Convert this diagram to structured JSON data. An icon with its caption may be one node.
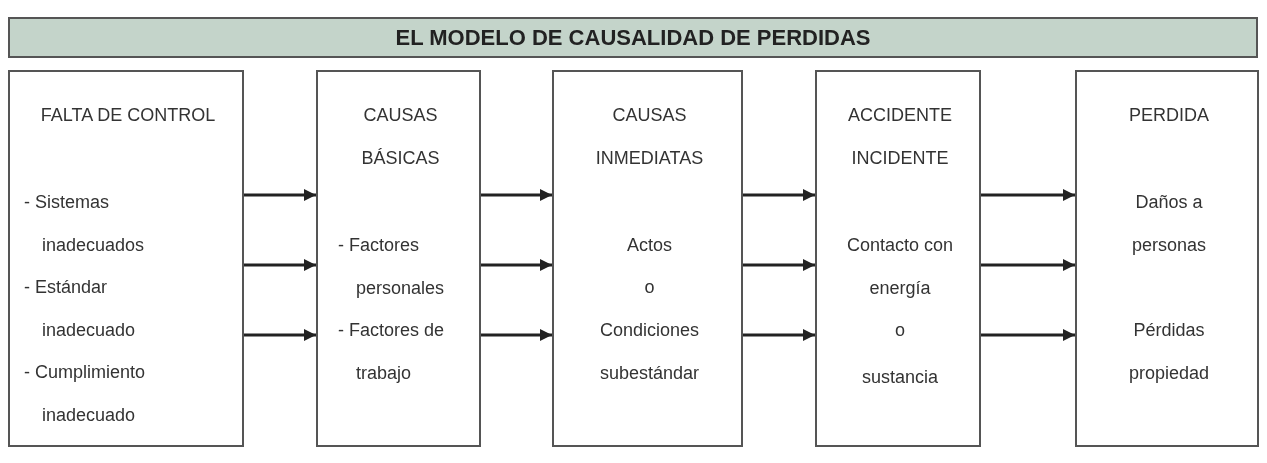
{
  "diagram": {
    "title": "EL MODELO DE CAUSALIDAD DE PERDIDAS",
    "nodes": [
      {
        "text": [
          "FALTA DE CONTROL",
          "- Sistemas inadecuados",
          "- Estándar inadecuado",
          "- Cumplimiento inadecuado"
        ]
      },
      {
        "text": [
          "CAUSAS BÁSICAS",
          "- Factores personales",
          "- Factores de trabajo"
        ]
      },
      {
        "text": [
          "CAUSAS INMEDIATAS",
          "Actos",
          "o",
          "Condiciones subestándar"
        ]
      },
      {
        "text": [
          "ACCIDENTE INCIDENTE",
          "Contacto con energía",
          "o",
          "sustancia"
        ]
      },
      {
        "text": [
          "PERDIDA",
          "Daños a personas",
          "Pérdidas propiedad"
        ]
      }
    ],
    "edges": [
      {
        "from": 0,
        "to": 1,
        "arrow": "to"
      },
      {
        "from": 0,
        "to": 1,
        "arrow": "to"
      },
      {
        "from": 0,
        "to": 1,
        "arrow": "to"
      },
      {
        "from": 1,
        "to": 2,
        "arrow": "to"
      },
      {
        "from": 1,
        "to": 2,
        "arrow": "to"
      },
      {
        "from": 1,
        "to": 2,
        "arrow": "to"
      },
      {
        "from": 2,
        "to": 3,
        "arrow": "to"
      },
      {
        "from": 2,
        "to": 3,
        "arrow": "to"
      },
      {
        "from": 2,
        "to": 3,
        "arrow": "to"
      },
      {
        "from": 3,
        "to": 4,
        "arrow": "to"
      },
      {
        "from": 3,
        "to": 4,
        "arrow": "to"
      },
      {
        "from": 3,
        "to": 4,
        "arrow": "to"
      }
    ]
  }
}
